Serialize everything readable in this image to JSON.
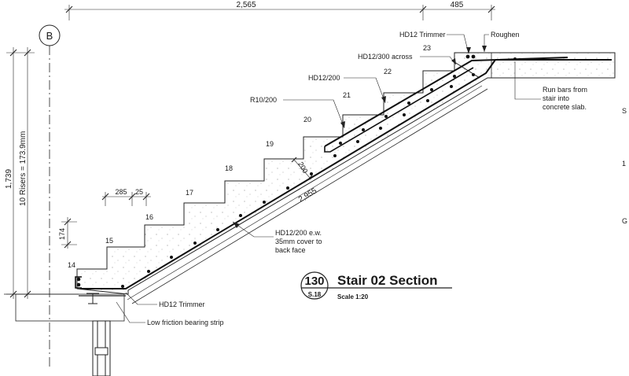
{
  "dimensions": {
    "horizontal_main": "2,565",
    "horizontal_end": "485",
    "height_total": "1,739",
    "risers": "10 Risers = 173.9mm",
    "tread": "285",
    "nosing": "25",
    "riser_height": "174",
    "waist": "200",
    "slope_length": "2,955"
  },
  "grid_label": "B",
  "step_numbers": [
    "14",
    "15",
    "16",
    "17",
    "18",
    "19",
    "20",
    "21",
    "22",
    "23"
  ],
  "annotations": {
    "top_trimmer": "HD12 Trimmer",
    "roughen": "Roughen",
    "across": "HD12/300 across",
    "hd12_200": "HD12/200",
    "r10": "R10/200",
    "run_bars": [
      "Run  bars  from",
      "stair            into",
      "concrete slab."
    ],
    "ew": [
      "HD12/200   e.w.",
      "35mm cover to",
      "back face"
    ],
    "bottom_trimmer": "HD12 Trimmer",
    "bearing": "Low friction bearing strip"
  },
  "title": {
    "number": "130",
    "sheet": "S.18",
    "name": "Stair 02 Section",
    "scale": "Scale 1:20"
  },
  "edge_marks": [
    "S",
    "1",
    "G"
  ]
}
